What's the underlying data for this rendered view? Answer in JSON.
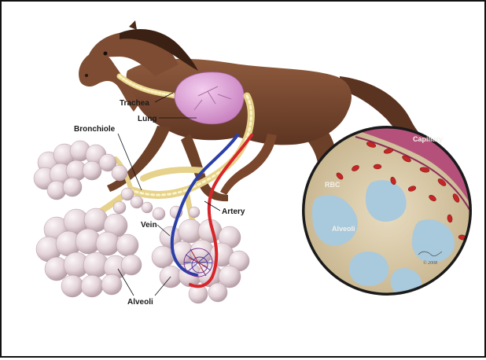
{
  "labels": {
    "trachea": "Trachea",
    "lung": "Lung",
    "bronchiole": "Bronchiole",
    "artery": "Artery",
    "vein": "Vein",
    "alveoli_main": "Alveoli"
  },
  "inset": {
    "capillary": "Capillary",
    "rbc": "RBC",
    "alveoli": "Alveoli",
    "signature": "© 2008"
  },
  "colors": {
    "horse": "#7a4a30",
    "lung": "#e2a8d6",
    "artery": "#d7262a",
    "vein": "#2c3fa8",
    "alveoli": "#e6d8dc",
    "airway": "#f0e3a6",
    "inset_tissue": "#d9c9a6",
    "inset_air": "#a9c9dc"
  }
}
